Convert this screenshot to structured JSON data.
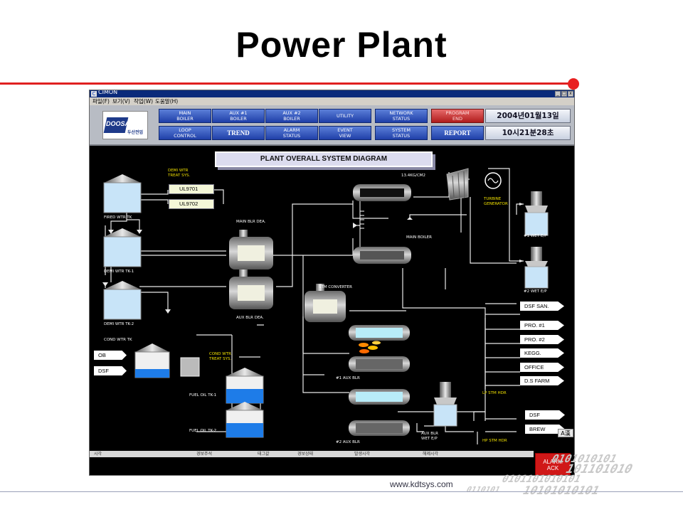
{
  "slide": {
    "title": "Power Plant",
    "footer_url": "www.kdtsys.com",
    "binary_strings": [
      "0101010101",
      "101101010",
      "0101101010101",
      "10101010101",
      "0110101"
    ]
  },
  "window": {
    "app_name": "CIMON",
    "menu": [
      "파일(F)",
      "보기(V)",
      "작업(W)",
      "도움말(H)"
    ]
  },
  "logo": {
    "word": "DOOSAN",
    "sub": "두산전업"
  },
  "nav": {
    "buttons": [
      "MAIN\nBOILER",
      "AUX #1\nBOILER",
      "AUX #2\nBOILER",
      "UTILITY",
      "NETWORK\nSTATUS",
      "PROGRAM\nEND",
      "LOOP\nCONTROL",
      "TREND",
      "ALARM\nSTATUS",
      "EVENT\nVIEW",
      "SYSTEM\nSTATUS",
      "REPORT"
    ],
    "date": "2004년01월13일",
    "time": "10시21분28초"
  },
  "diagram": {
    "title": "PLANT OVERALL SYSTEM DIAGRAM",
    "labels": {
      "demi_wtr_treat": "DEMI WTR\nTREAT SYS.",
      "ul1": "UL9701",
      "ul2": "UL9702",
      "fired_wtr_tk": "FIRED WTR TK",
      "demi_wtr_tk1": "DEMI WTR TK-1",
      "demi_wtr_tk2": "DEMI WTR TK-2",
      "cond_wtr_tk": "COND WTR TK",
      "cond_wtr_treat": "COND WTR\nTREAT SYS.",
      "main_blr_dea": "MAIN BLR DEA.",
      "aux_blr_dea": "AUX BLR DEA.",
      "stm_converter": "STM CONVERTER",
      "pressure": "13.4KG/CM2",
      "main_boiler": "MAIN BOILER",
      "turbine_generator": "TURBINE\nGENERATOR",
      "wet_ep1": "#1 WET E/P",
      "wet_ep2": "#2 WET E/P",
      "aux_blr1": "#1 AUX BLR",
      "aux_blr2": "#2 AUX BLR",
      "aux_blr_wet_ep": "AUX BLR\nWET E/P",
      "fuel_oil_tk1": "FUEL OIL TK-1",
      "fuel_oil_tk2": "FUEL OIL TK-2",
      "lp_stm_hdr": "LP STM HDR",
      "hp_stm_hdr": "HP STM HDR"
    },
    "left_dest": [
      "OB",
      "DSF"
    ],
    "lp_dest": [
      "DSF SAN.",
      "PRO. #1",
      "PRO. #2",
      "KEGG.",
      "OFFICE",
      "D.S FARM"
    ],
    "hp_dest": [
      "DSF",
      "BREW"
    ]
  },
  "alarm": {
    "columns": [
      "시각",
      "경보주석",
      "태그값",
      "경보상태",
      "발생시각",
      "해제시각"
    ],
    "ack_label": "ALARM\nACK",
    "ime": "A漢"
  }
}
